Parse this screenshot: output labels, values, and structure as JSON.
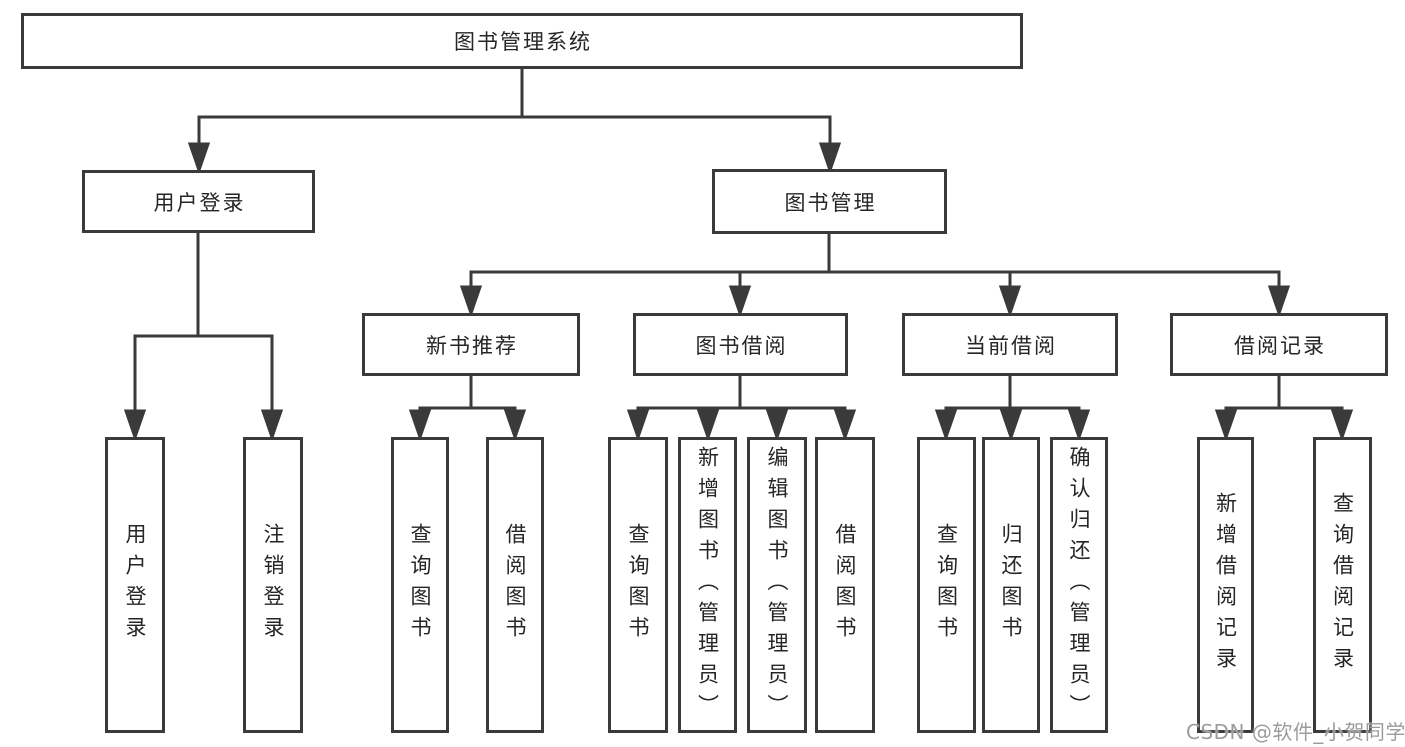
{
  "page": {
    "background": "#ffffff",
    "watermark": "CSDN @软件_小贺同学"
  },
  "diagram": {
    "type": "tree",
    "line_color": "#3a3a3a",
    "text_color": "#262626",
    "watermark_color": "#9c9c9c",
    "root": {
      "label": "图书管理系统",
      "children": [
        {
          "label": "用户登录",
          "children": [
            {
              "label": "用户登录"
            },
            {
              "label": "注销登录"
            }
          ]
        },
        {
          "label": "图书管理",
          "children": [
            {
              "label": "新书推荐",
              "children": [
                {
                  "label": "查询图书"
                },
                {
                  "label": "借阅图书"
                }
              ]
            },
            {
              "label": "图书借阅",
              "children": [
                {
                  "label": "查询图书"
                },
                {
                  "label": "新增图书（管理员）"
                },
                {
                  "label": "编辑图书（管理员）"
                },
                {
                  "label": "借阅图书"
                }
              ]
            },
            {
              "label": "当前借阅",
              "children": [
                {
                  "label": "查询图书"
                },
                {
                  "label": "归还图书"
                },
                {
                  "label": "确认归还（管理员）"
                }
              ]
            },
            {
              "label": "借阅记录",
              "children": [
                {
                  "label": "新增借阅记录"
                },
                {
                  "label": "查询借阅记录"
                }
              ]
            }
          ]
        }
      ]
    }
  }
}
